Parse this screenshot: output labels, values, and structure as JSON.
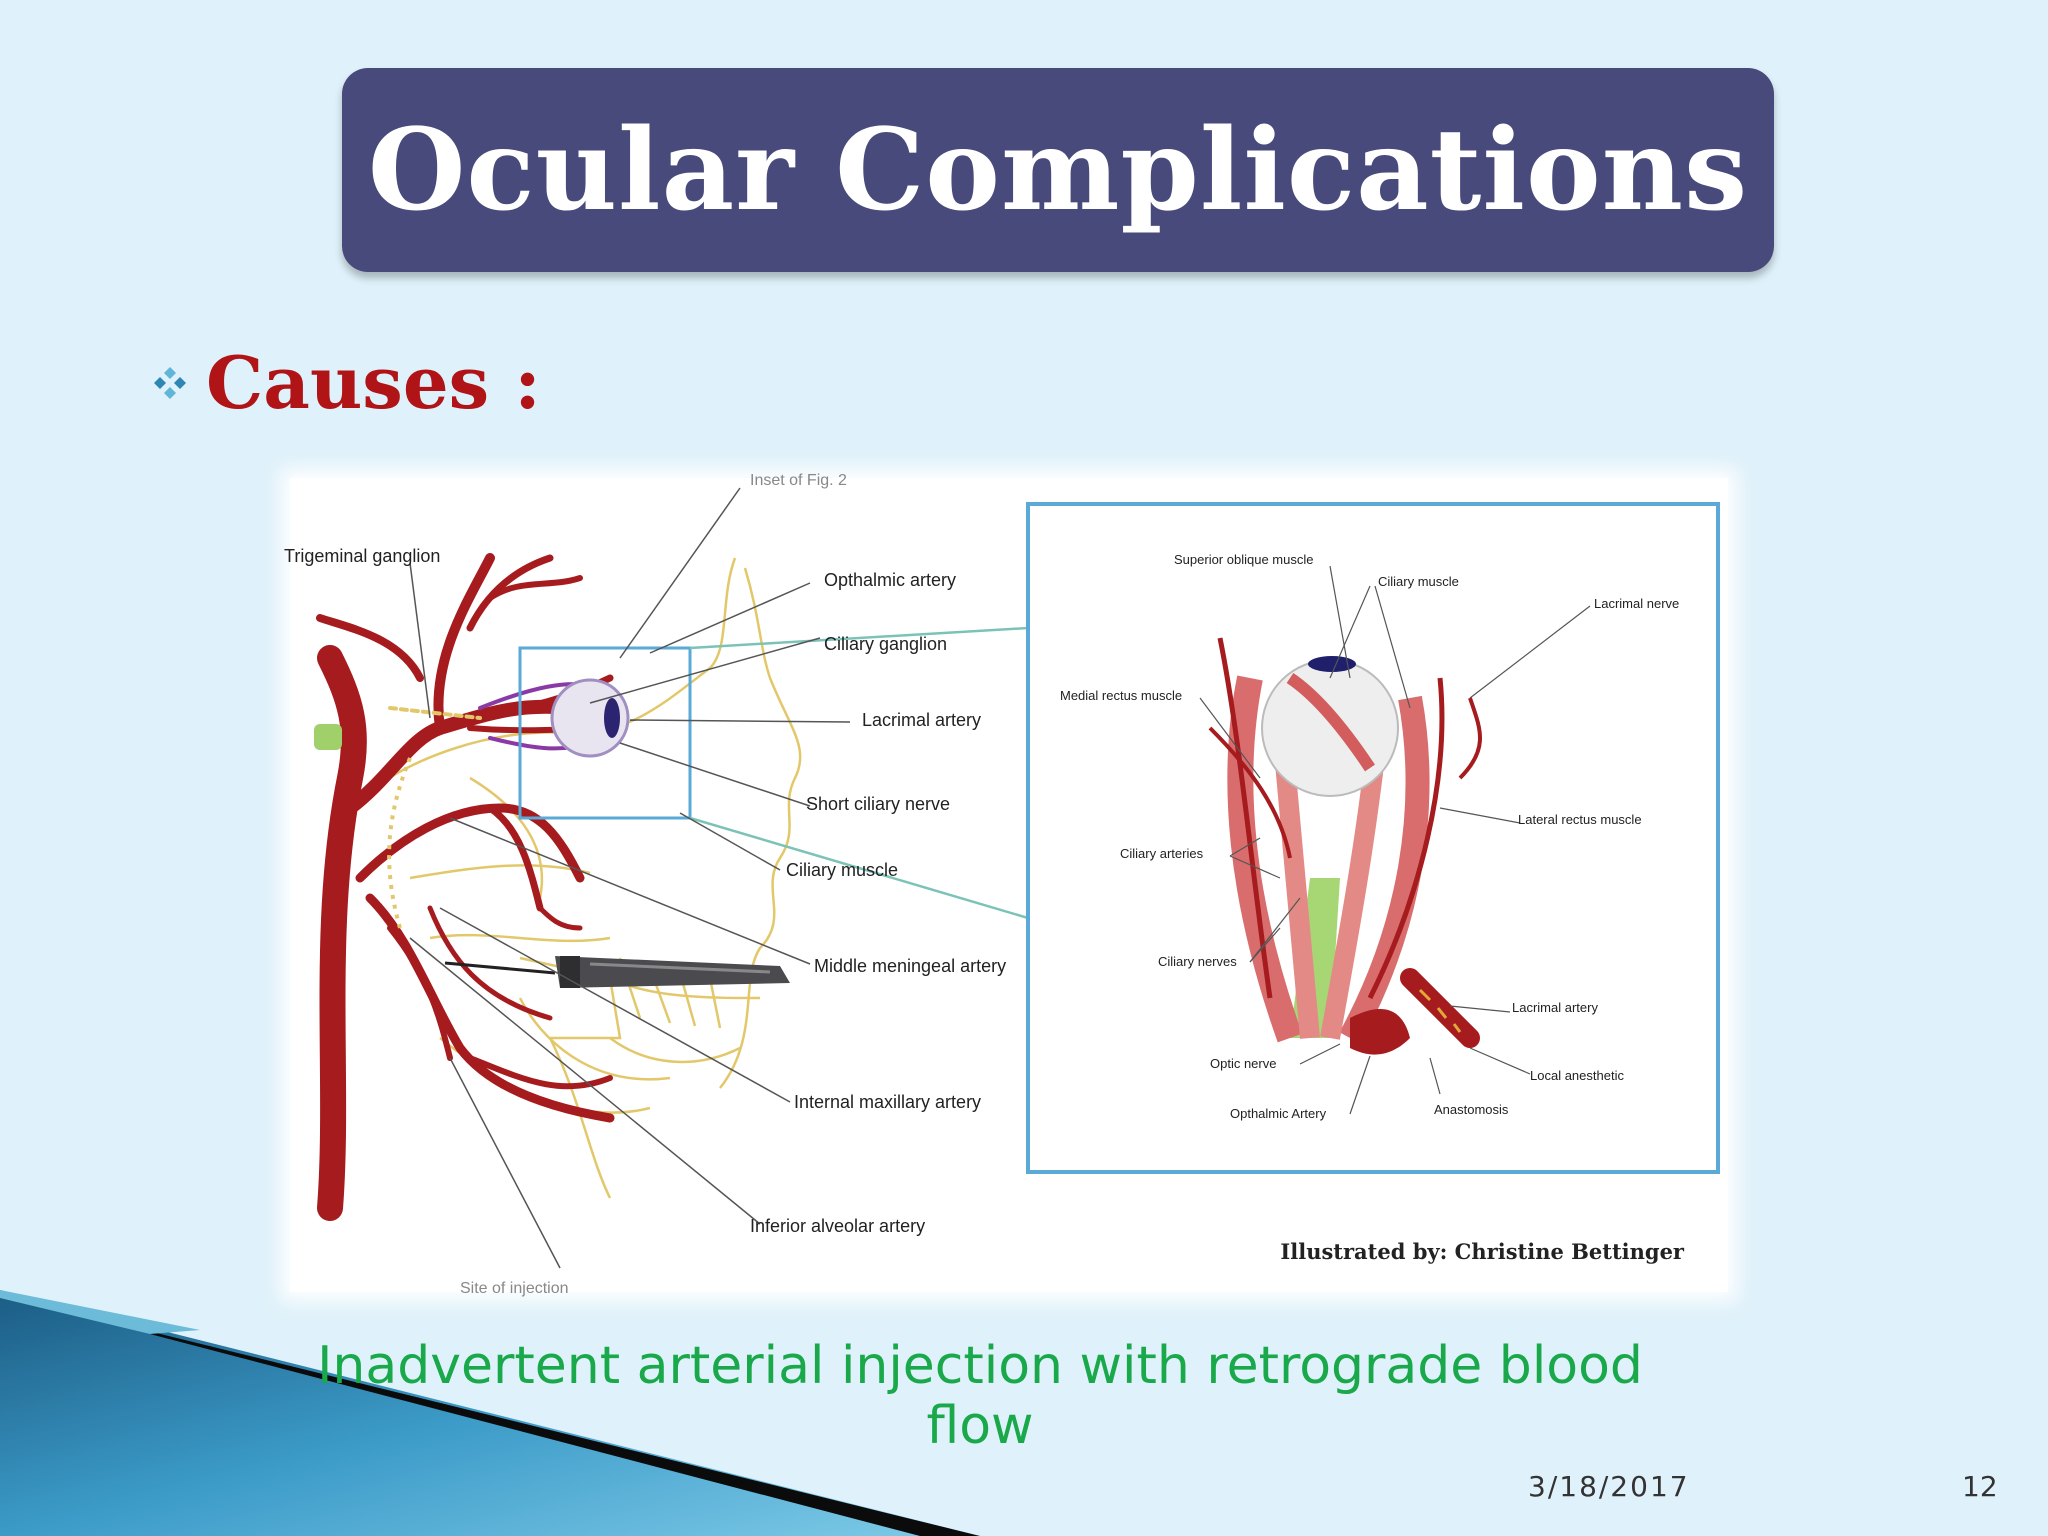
{
  "slide": {
    "title": "Ocular Complications",
    "bullet": "Causes :",
    "caption": "Inadvertent arterial injection with retrograde blood flow",
    "footer": {
      "date": "3/18/2017",
      "page": "12"
    }
  },
  "figure": {
    "left_labels": {
      "inset_ref": "Inset of Fig. 2",
      "trigeminal": "Trigeminal ganglion",
      "opthalmic": "Opthalmic artery",
      "ciliary_ganglion": "Ciliary ganglion",
      "lacrimal_artery": "Lacrimal artery",
      "short_ciliary_nerve": "Short ciliary nerve",
      "ciliary_muscle": "Ciliary muscle",
      "middle_meningeal": "Middle meningeal artery",
      "internal_maxillary": "Internal maxillary artery",
      "inferior_alveolar": "Inferior alveolar artery",
      "site_of_injection": "Site of injection"
    },
    "inset_labels": {
      "superior_oblique": "Superior oblique muscle",
      "ciliary_muscle": "Ciliary muscle",
      "lacrimal_nerve": "Lacrimal nerve",
      "medial_rectus": "Medial rectus muscle",
      "lateral_rectus": "Lateral rectus muscle",
      "ciliary_arteries": "Ciliary arteries",
      "ciliary_nerves": "Ciliary nerves",
      "lacrimal_artery": "Lacrimal artery",
      "optic_nerve": "Optic nerve",
      "local_anesthetic": "Local anesthetic",
      "opthalmic_artery": "Opthalmic Artery",
      "anastomosis": "Anastomosis"
    },
    "credit": "Illustrated by:  Christine Bettinger"
  },
  "colors": {
    "background": "#dff1fa",
    "title_bar": "#474a7a",
    "bullet_text": "#b01416",
    "caption_text": "#19a84a",
    "artery": "#a61b1e",
    "skull_outline": "#e2c86a",
    "inset_border": "#5aa9d6"
  },
  "icons": {
    "bullet": "four-diamond-bullet-icon",
    "needle": "syringe-needle-icon"
  }
}
